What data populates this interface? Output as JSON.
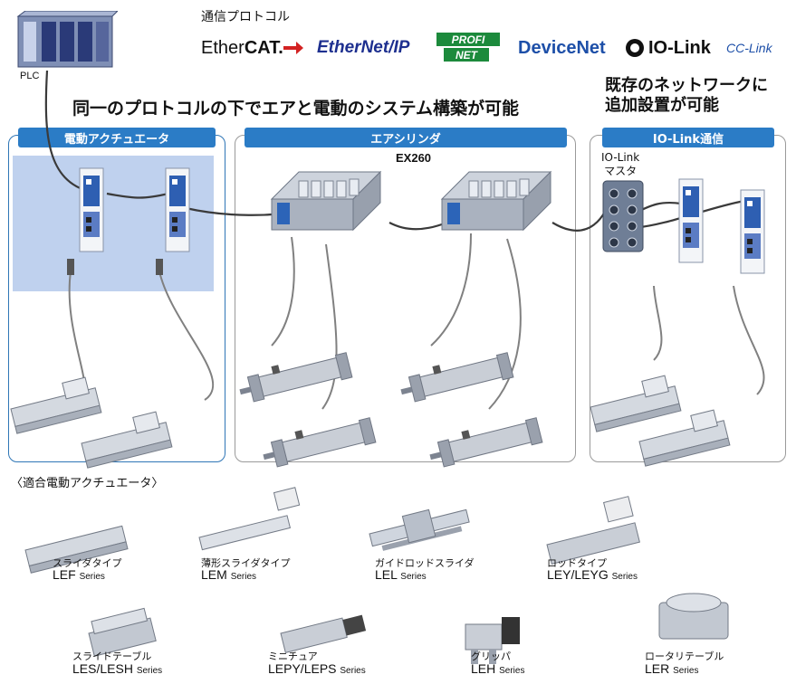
{
  "plc": {
    "label": "PLC"
  },
  "protocols": {
    "title": "通信プロトコル",
    "logos": {
      "ethercat_a": "Ether",
      "ethercat_b": "CAT.",
      "ethernetip": "EtherNet/IP",
      "profinet_a": "PROFI",
      "profinet_b": "NET",
      "devicenet": "DeviceNet",
      "iolink": "IO-Link",
      "cclink": "CC-Link"
    }
  },
  "headline": "同一のプロトコルの下でエアと電動のシステム構築が可能",
  "headline2": {
    "line1": "既存のネットワークに",
    "line2": "追加設置が可能"
  },
  "panels": {
    "electric": "電動アクチュエータ",
    "air": "エアシリンダ",
    "iolink": "IO-Link通信"
  },
  "ex260": "EX260",
  "iolink_master": {
    "line1": "IO-Link",
    "line2": "マスタ"
  },
  "compatible": {
    "title": "〈適合電動アクチュエータ〉",
    "products": [
      {
        "jp": "スライダタイプ",
        "model": "LEF",
        "suffix": "Series"
      },
      {
        "jp": "薄形スライダタイプ",
        "model": "LEM",
        "suffix": "Series"
      },
      {
        "jp": "ガイドロッドスライダ",
        "model": "LEL",
        "suffix": "Series"
      },
      {
        "jp": "ロッドタイプ",
        "model": "LEY/LEYG",
        "suffix": "Series"
      },
      {
        "jp": "スライドテーブル",
        "model": "LES/LESH",
        "suffix": "Series"
      },
      {
        "jp": "ミニチュア",
        "model": "LEPY/LEPS",
        "suffix": "Series"
      },
      {
        "jp": "グリッパ",
        "model": "LEH",
        "suffix": "Series"
      },
      {
        "jp": "ロータリテーブル",
        "model": "LER",
        "suffix": "Series"
      }
    ]
  },
  "colors": {
    "panel_bar": "#2b7cc6",
    "electric_shade": "#bfd1ee",
    "cable": "#3a3a3a"
  }
}
